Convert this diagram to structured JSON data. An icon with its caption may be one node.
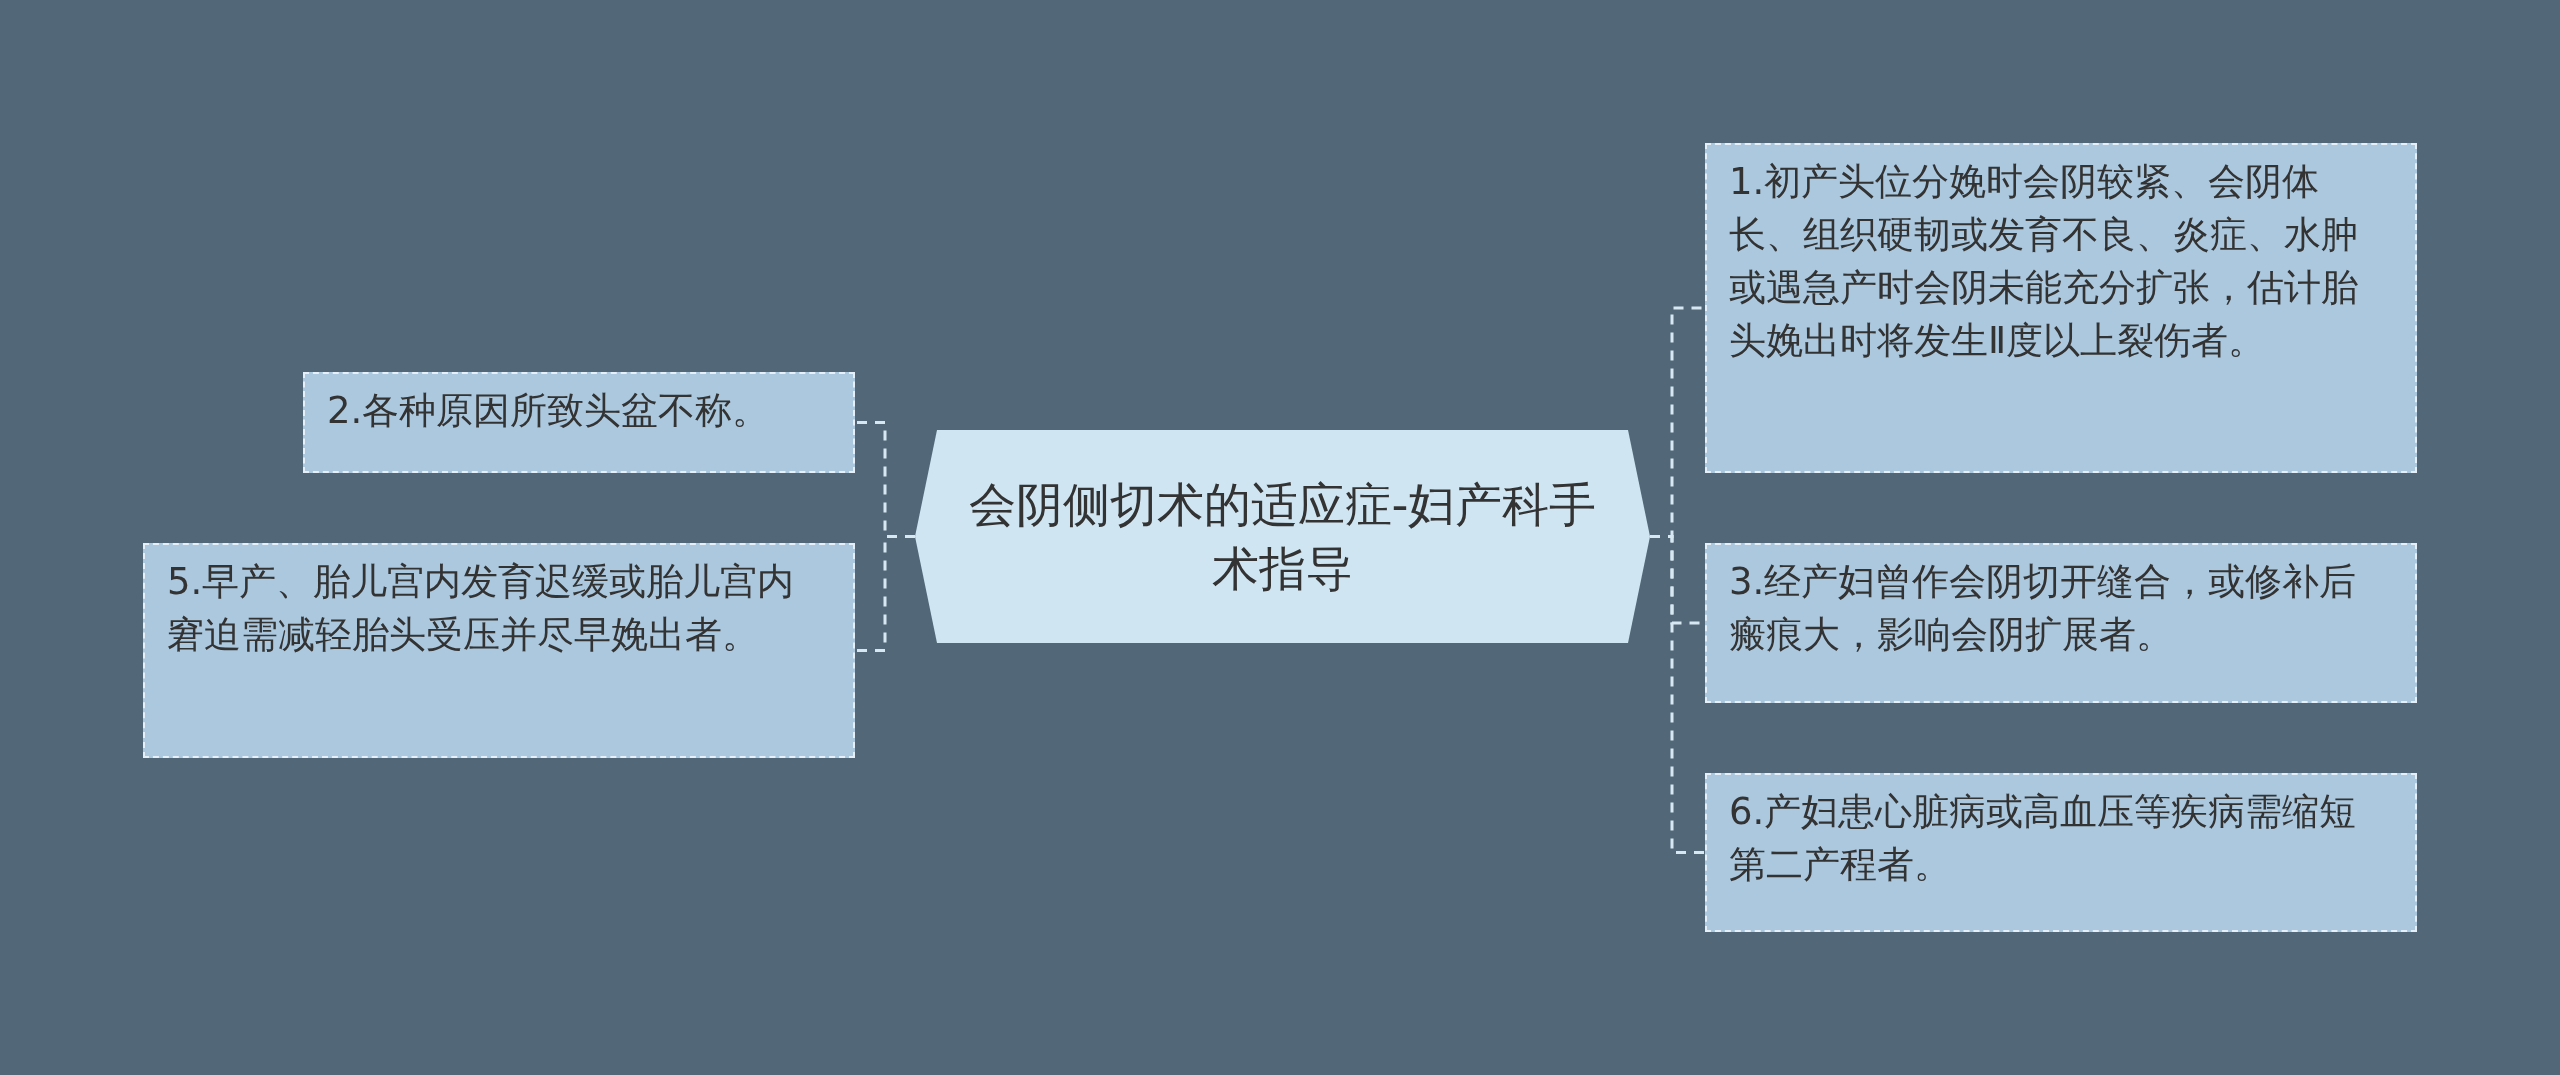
{
  "diagram": {
    "nodes": [
      {
        "text": [
          "会阴侧切术的适应症-妇产科手术指导"
        ]
      },
      {
        "text": [
          "1.初产头位分娩时会阴较紧、会阴体长、组织硬韧或发育不良、炎症、水肿或遇急产时会阴未能充分扩张，估计胎头娩出时将发生Ⅱ度以上裂伤者。"
        ]
      },
      {
        "text": [
          "2.各种原因所致头盆不称。"
        ]
      },
      {
        "text": [
          "3.经产妇曾作会阴切开缝合，或修补后瘢痕大，影响会阴扩展者。"
        ]
      },
      {
        "text": [
          "5.早产、胎儿宫内发育迟缓或胎儿宫内窘迫需减轻胎头受压并尽早娩出者。"
        ]
      },
      {
        "text": [
          "6.产妇患心脏病或高血压等疾病需缩短第二产程者。"
        ]
      }
    ],
    "edges": [
      {
        "from": 0,
        "to": 1,
        "arrow": "none"
      },
      {
        "from": 0,
        "to": 2,
        "arrow": "none"
      },
      {
        "from": 0,
        "to": 3,
        "arrow": "none"
      },
      {
        "from": 0,
        "to": 4,
        "arrow": "none"
      },
      {
        "from": 0,
        "to": 5,
        "arrow": "none"
      }
    ]
  }
}
